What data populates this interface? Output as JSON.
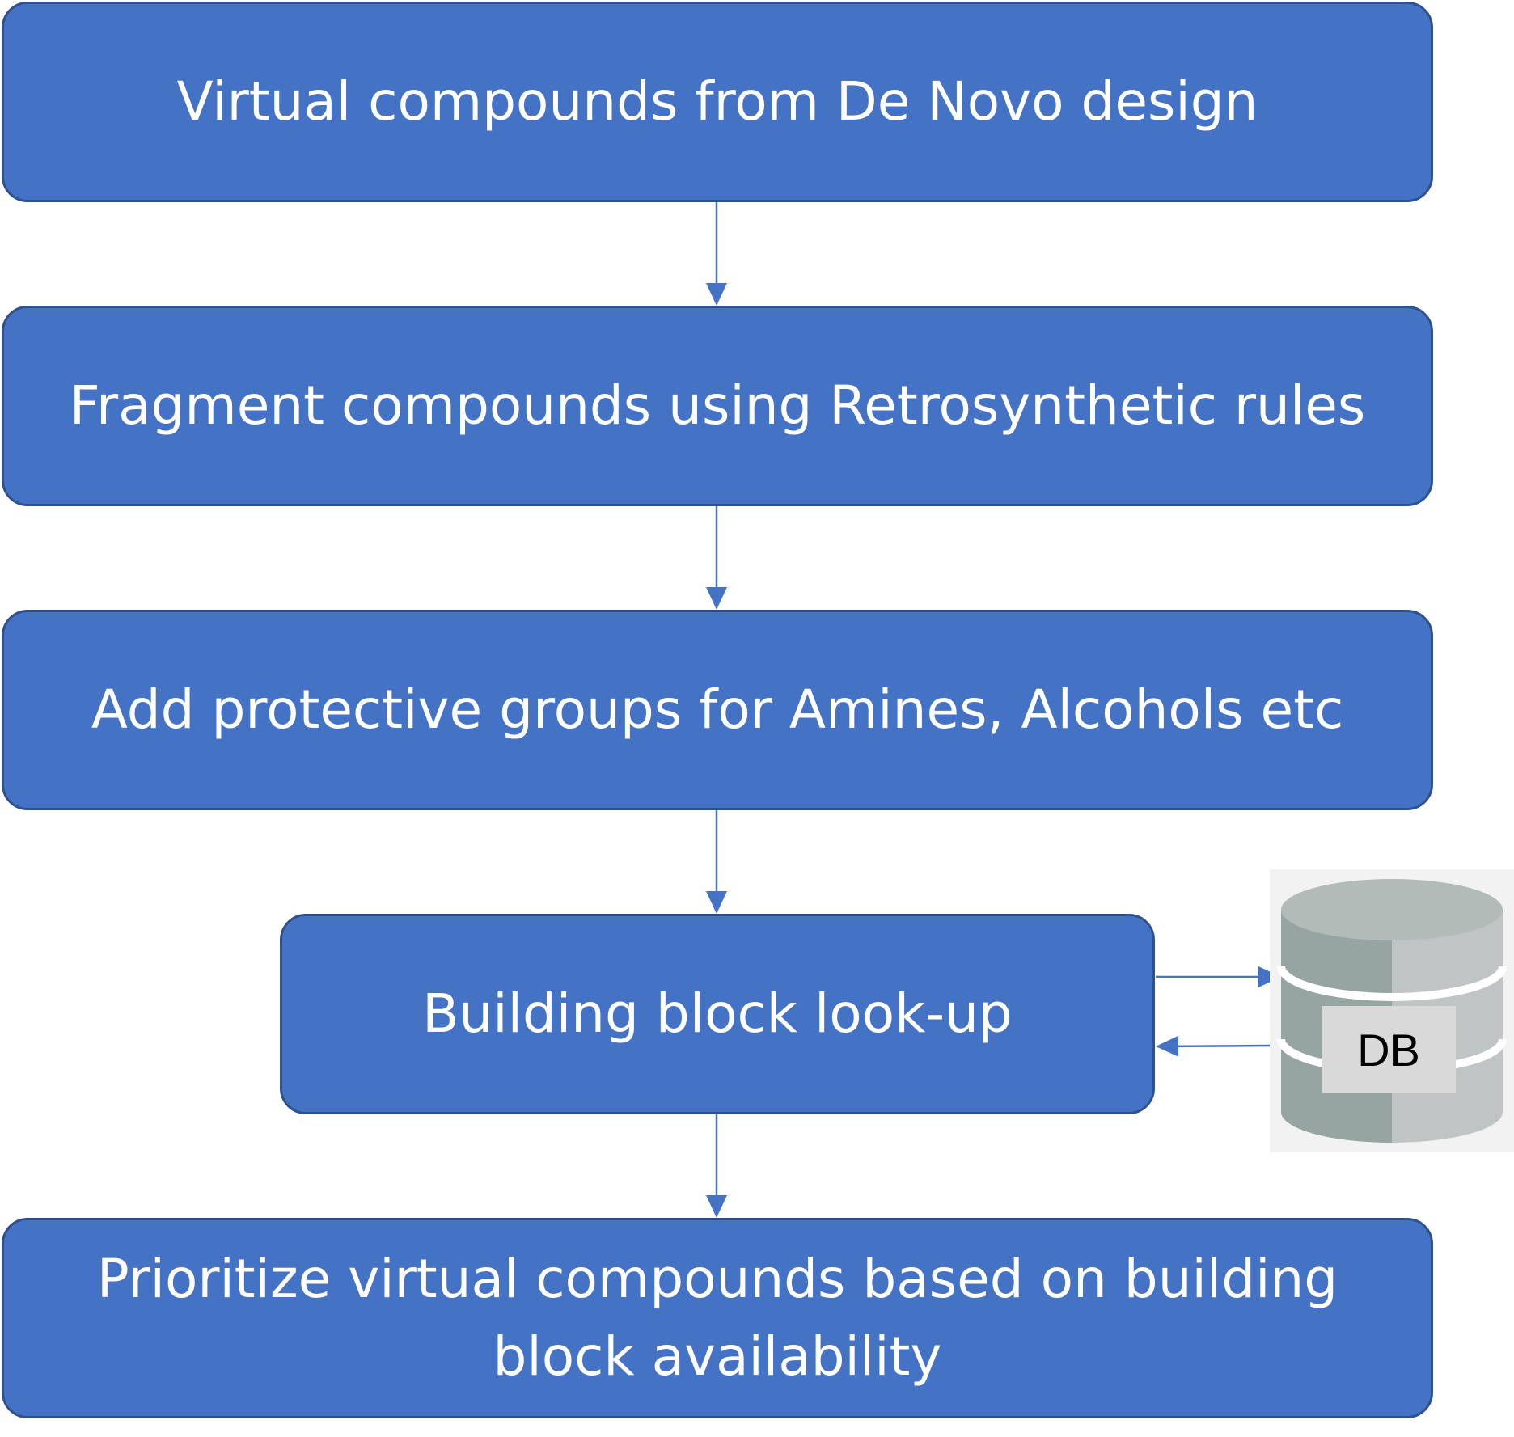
{
  "steps": [
    {
      "text": "Virtual compounds from De Novo design"
    },
    {
      "text": "Fragment compounds using Retrosynthetic rules"
    },
    {
      "text": "Add protective groups for Amines, Alcohols etc"
    },
    {
      "text": "Building block look-up"
    },
    {
      "text": "Prioritize virtual compounds based on building block availability"
    }
  ],
  "database": {
    "label": "DB",
    "icon": "database-icon"
  },
  "colors": {
    "box_fill": "#4472c4",
    "box_border": "#2f528f",
    "box_text": "#ffffff",
    "arrow": "#4472c4",
    "db_light": "#bfc5c4",
    "db_dark": "#96a5a2",
    "db_label_bg": "#d9d9d9"
  }
}
